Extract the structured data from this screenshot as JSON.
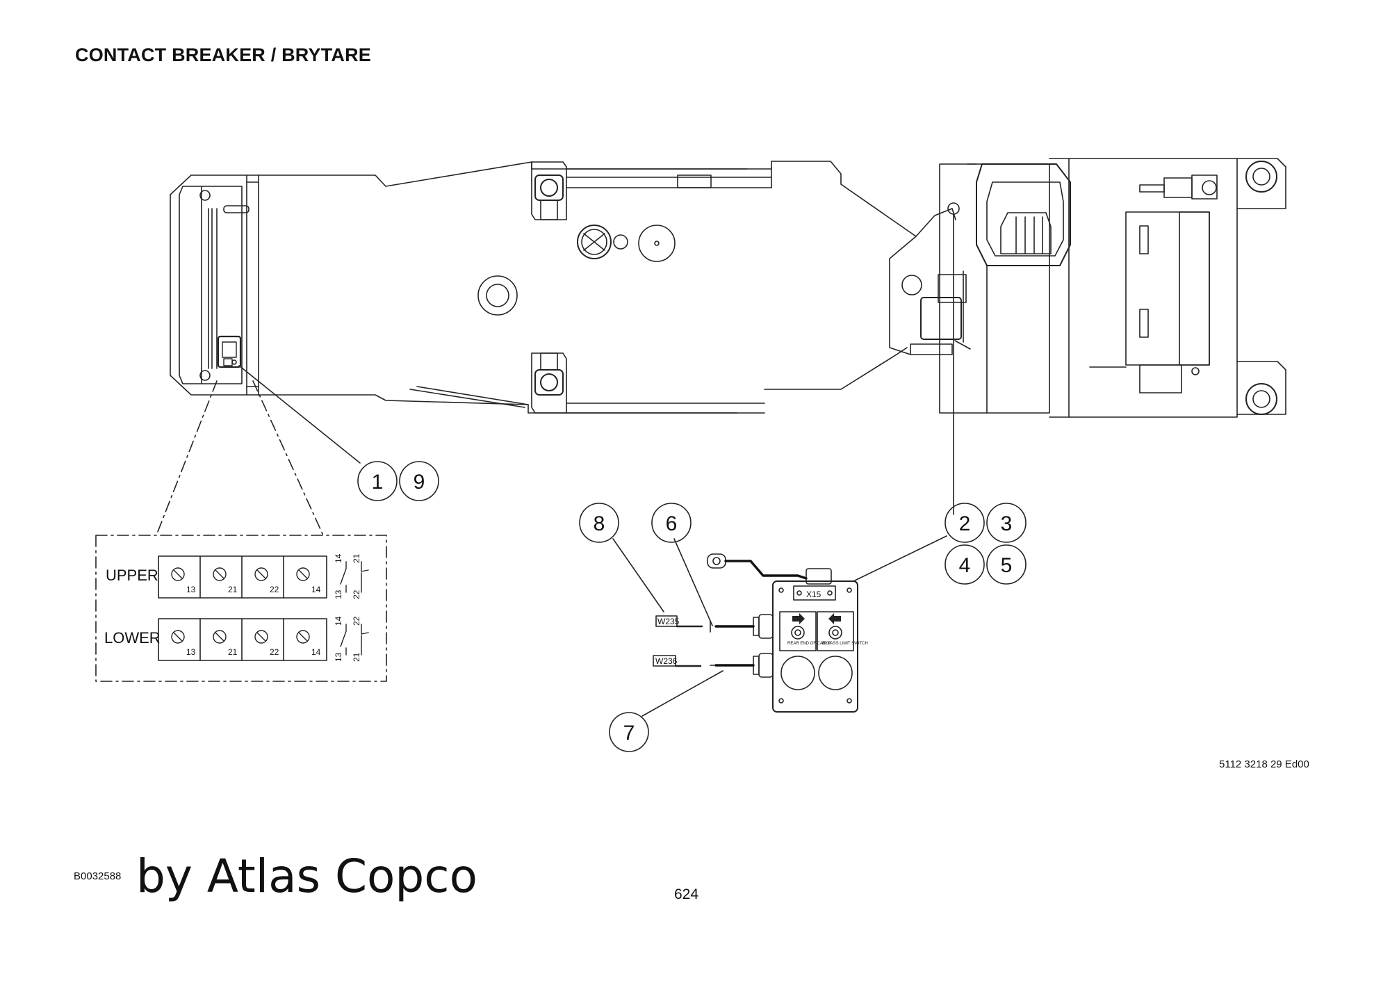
{
  "title": "CONTACT BREAKER / BRYTARE",
  "doc_number": "5112 3218 29 Ed00",
  "image_id": "B0032588",
  "brand": "by Atlas Copco",
  "page_number": "624",
  "callouts": [
    "1",
    "9",
    "8",
    "6",
    "2",
    "3",
    "4",
    "5",
    "7"
  ],
  "terminal_block": {
    "rows": [
      {
        "label": "UPPER",
        "terminals": [
          "13",
          "21",
          "22",
          "14"
        ],
        "side_labels": [
          "14",
          "13",
          "21",
          "22"
        ]
      },
      {
        "label": "LOWER",
        "terminals": [
          "13",
          "21",
          "22",
          "14"
        ],
        "side_labels": [
          "14",
          "13",
          "22",
          "21"
        ]
      }
    ]
  },
  "junction_box": {
    "label": "X15",
    "cables": [
      "W235",
      "W236"
    ],
    "switch_labels": [
      "REAR END OF CABLE",
      "BYPASS LIMIT SWITCH"
    ]
  }
}
